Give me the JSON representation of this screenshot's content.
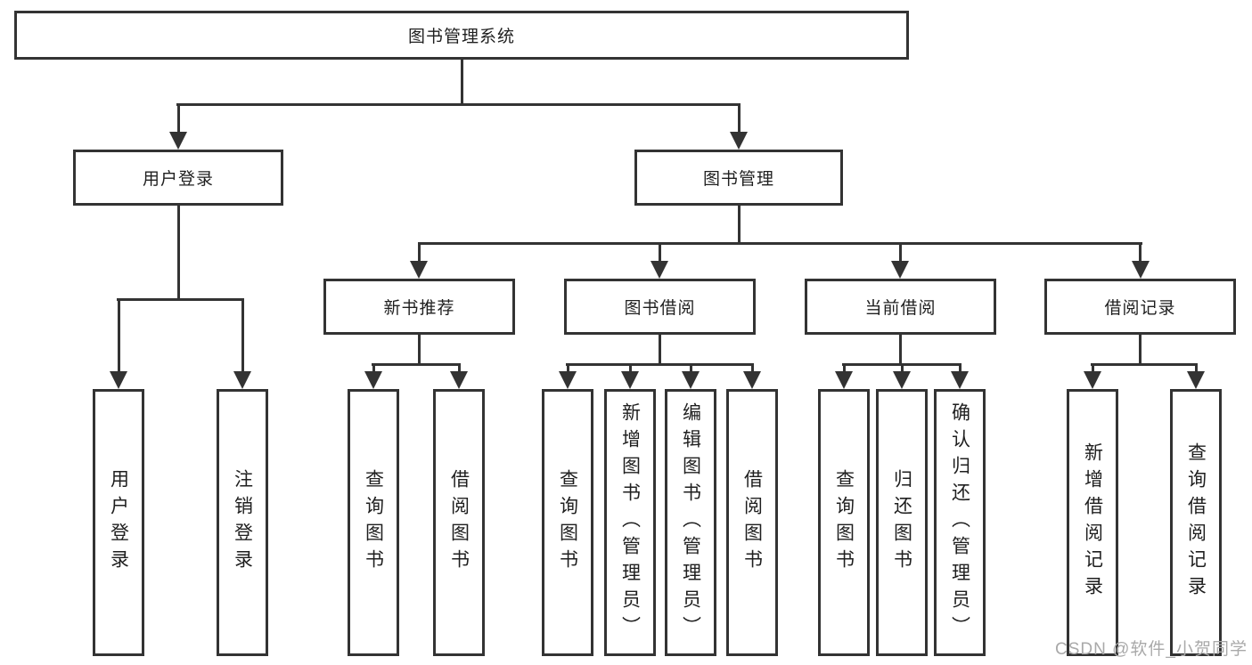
{
  "tree": {
    "root": {
      "label": "图书管理系统",
      "children": [
        {
          "label": "用户登录",
          "children": [
            {
              "label": "用户登录"
            },
            {
              "label": "注销登录"
            }
          ]
        },
        {
          "label": "图书管理",
          "children": [
            {
              "label": "新书推荐",
              "children": [
                {
                  "label": "查询图书"
                },
                {
                  "label": "借阅图书"
                }
              ]
            },
            {
              "label": "图书借阅",
              "children": [
                {
                  "label": "查询图书"
                },
                {
                  "label": "新增图书（管理员）"
                },
                {
                  "label": "编辑图书（管理员）"
                },
                {
                  "label": "借阅图书"
                }
              ]
            },
            {
              "label": "当前借阅",
              "children": [
                {
                  "label": "查询图书"
                },
                {
                  "label": "归还图书"
                },
                {
                  "label": "确认归还（管理员）"
                }
              ]
            },
            {
              "label": "借阅记录",
              "children": [
                {
                  "label": "新增借阅记录"
                },
                {
                  "label": "查询借阅记录"
                }
              ]
            }
          ]
        }
      ]
    }
  },
  "watermark": {
    "text": "CSDN @软件_小贺同学"
  },
  "colors": {
    "line": "#333333",
    "text": "#1f1f1f",
    "watermark": "#a9a9a9",
    "background": "#ffffff"
  }
}
